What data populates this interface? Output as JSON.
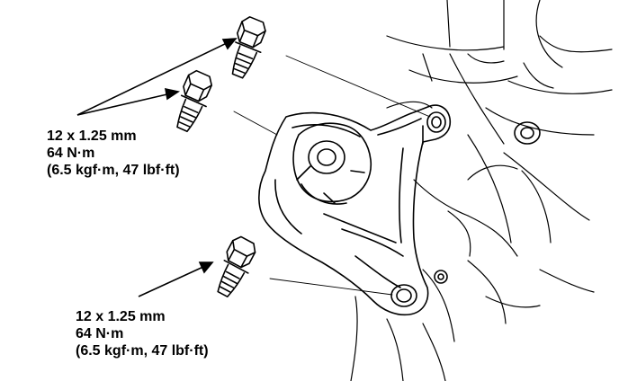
{
  "callouts": [
    {
      "size": "12 x 1.25 mm",
      "torque_nm": "64 N·m",
      "torque_alt": "(6.5 kgf·m, 47 lbf·ft)"
    },
    {
      "size": "12 x 1.25 mm",
      "torque_nm": "64 N·m",
      "torque_alt": "(6.5 kgf·m, 47 lbf·ft)"
    }
  ]
}
